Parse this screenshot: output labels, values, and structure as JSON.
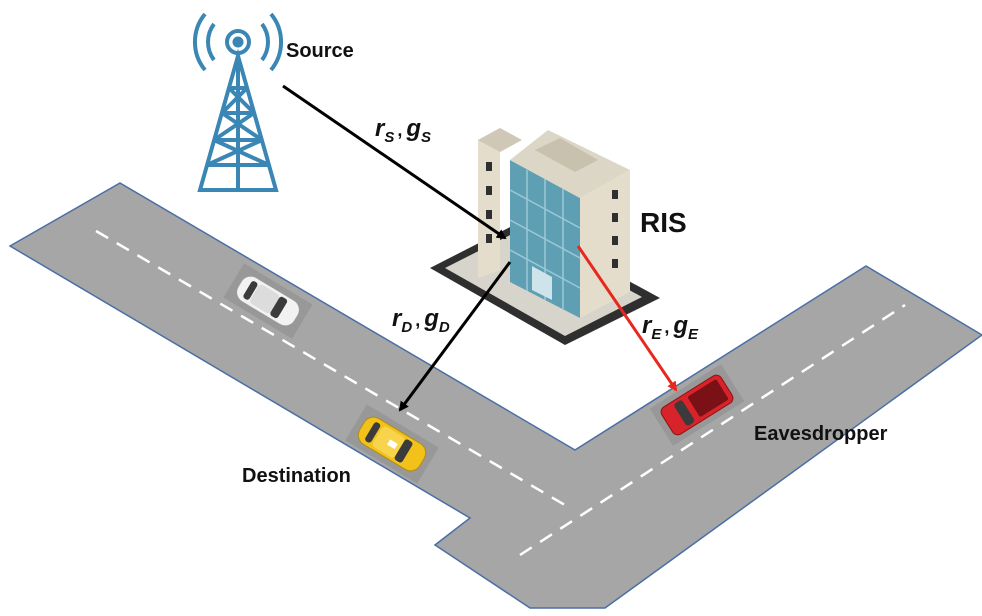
{
  "labels": {
    "source": "Source",
    "ris": "RIS",
    "destination": "Destination",
    "eavesdropper": "Eavesdropper"
  },
  "links": {
    "source": {
      "a": "r",
      "a_sub": "S",
      "sep": ",",
      "b": "g",
      "b_sub": "S"
    },
    "destination": {
      "a": "r",
      "a_sub": "D",
      "sep": ",",
      "b": "g",
      "b_sub": "D"
    },
    "eavesdropper": {
      "a": "r",
      "a_sub": "E",
      "sep": ",",
      "b": "g",
      "b_sub": "E"
    }
  },
  "colors": {
    "road": "#a6a6a6",
    "road_edge": "#4a6fa5",
    "lane_marking": "#ffffff",
    "tower": "#3a86b4",
    "building_wall": "#e4ddcb",
    "building_glass": "#5f9fb3",
    "building_base": "#2f2f2f",
    "link_legit": "#000000",
    "link_eavesdrop": "#e8281e",
    "car_white": "#f2f2f2",
    "car_taxi": "#f2c21b",
    "car_red": "#d8232a"
  },
  "icons": [
    "antenna-tower-icon",
    "building-icon",
    "white-car-icon",
    "taxi-car-icon",
    "red-pickup-icon"
  ]
}
